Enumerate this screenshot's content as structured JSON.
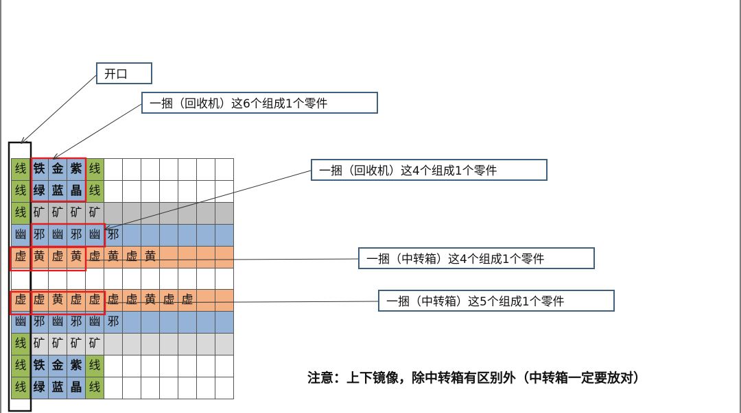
{
  "colors": {
    "green": "#9bbb59",
    "blue": "#95b3d7",
    "gray": "#bfbfbf",
    "lightgray": "#d9d9d9",
    "orange": "#f4b183",
    "highlight": "#e02020",
    "border": "#3e607f"
  },
  "labels": {
    "opening": "开口",
    "bundle_recycler_6": "一捆（回收机）这6个组成1个零件",
    "bundle_recycler_4": "一捆（回收机）这4个组成1个零件",
    "bundle_transfer_4": "一捆（中转箱）这4个组成1个零件",
    "bundle_transfer_5": "一捆（中转箱）这5个组成1个零件"
  },
  "note": "注意：上下镜像，除中转箱有区别外（中转箱一定要放对）",
  "grid": {
    "columns": 12,
    "rows": [
      {
        "cells": [
          {
            "t": "线",
            "c": "green"
          },
          {
            "t": "铁",
            "c": "blue",
            "b": true
          },
          {
            "t": "金",
            "c": "blue",
            "b": true
          },
          {
            "t": "紫",
            "c": "blue",
            "b": true
          },
          {
            "t": "线",
            "c": "green"
          }
        ]
      },
      {
        "cells": [
          {
            "t": "线",
            "c": "green"
          },
          {
            "t": "绿",
            "c": "blue",
            "b": true
          },
          {
            "t": "蓝",
            "c": "blue",
            "b": true
          },
          {
            "t": "晶",
            "c": "blue",
            "b": true
          },
          {
            "t": "线",
            "c": "green"
          }
        ]
      },
      {
        "cells": [
          {
            "t": "线",
            "c": "green"
          },
          {
            "t": "矿",
            "c": "gray"
          },
          {
            "t": "矿",
            "c": "gray"
          },
          {
            "t": "矿",
            "c": "gray"
          },
          {
            "t": "矿",
            "c": "gray"
          }
        ],
        "fill": "gray",
        "fillUntil": 12
      },
      {
        "cells": [
          {
            "t": "幽",
            "c": "blue"
          },
          {
            "t": "邪",
            "c": "blue"
          },
          {
            "t": "幽",
            "c": "blue"
          },
          {
            "t": "邪",
            "c": "blue"
          },
          {
            "t": "幽",
            "c": "blue"
          },
          {
            "t": "邪",
            "c": "blue"
          }
        ],
        "fill": "blue",
        "fillUntil": 12
      },
      {
        "cells": [
          {
            "t": "虚",
            "c": "orange"
          },
          {
            "t": "黄",
            "c": "orange"
          },
          {
            "t": "虚",
            "c": "orange"
          },
          {
            "t": "黄",
            "c": "orange"
          },
          {
            "t": "虚",
            "c": "orange"
          },
          {
            "t": "黄",
            "c": "orange"
          },
          {
            "t": "虚",
            "c": "orange"
          },
          {
            "t": "黄",
            "c": "orange"
          }
        ],
        "fill": "orange",
        "fillUntil": 12
      },
      {
        "gap": true,
        "cells": []
      },
      {
        "cells": [
          {
            "t": "虚",
            "c": "orange"
          },
          {
            "t": "虚",
            "c": "orange"
          },
          {
            "t": "黄",
            "c": "orange"
          },
          {
            "t": "虚",
            "c": "orange"
          },
          {
            "t": "虚",
            "c": "orange"
          },
          {
            "t": "虚",
            "c": "orange"
          },
          {
            "t": "虚",
            "c": "orange"
          },
          {
            "t": "黄",
            "c": "orange"
          },
          {
            "t": "虚",
            "c": "orange"
          },
          {
            "t": "虚",
            "c": "orange"
          }
        ],
        "fill": "orange",
        "fillUntil": 12
      },
      {
        "cells": [
          {
            "t": "幽",
            "c": "blue"
          },
          {
            "t": "邪",
            "c": "blue"
          },
          {
            "t": "幽",
            "c": "blue"
          },
          {
            "t": "邪",
            "c": "blue"
          },
          {
            "t": "幽",
            "c": "blue"
          },
          {
            "t": "邪",
            "c": "blue"
          }
        ],
        "fill": "blue",
        "fillUntil": 12
      },
      {
        "cells": [
          {
            "t": "线",
            "c": "green"
          },
          {
            "t": "矿",
            "c": "lightgray"
          },
          {
            "t": "矿",
            "c": "lightgray"
          },
          {
            "t": "矿",
            "c": "lightgray"
          },
          {
            "t": "矿",
            "c": "lightgray"
          }
        ],
        "fill": "lightgray",
        "fillUntil": 12
      },
      {
        "cells": [
          {
            "t": "线",
            "c": "green"
          },
          {
            "t": "铁",
            "c": "blue",
            "b": true
          },
          {
            "t": "金",
            "c": "blue",
            "b": true
          },
          {
            "t": "紫",
            "c": "blue",
            "b": true
          },
          {
            "t": "线",
            "c": "green"
          }
        ]
      },
      {
        "cells": [
          {
            "t": "线",
            "c": "green"
          },
          {
            "t": "绿",
            "c": "blue",
            "b": true
          },
          {
            "t": "蓝",
            "c": "blue",
            "b": true
          },
          {
            "t": "晶",
            "c": "blue",
            "b": true
          },
          {
            "t": "线",
            "c": "green"
          }
        ]
      }
    ]
  }
}
